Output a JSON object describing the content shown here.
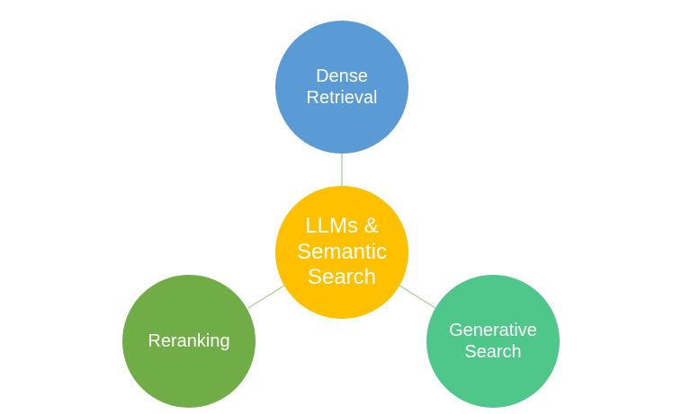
{
  "diagram": {
    "center": {
      "label": "LLMs &\nSemantic\nSearch",
      "color": "#FFC000"
    },
    "nodes": [
      {
        "label": "Dense\nRetrieval",
        "color": "#5B9BD5"
      },
      {
        "label": "Reranking",
        "color": "#70AD47"
      },
      {
        "label": "Generative\nSearch",
        "color": "#4FC68A"
      }
    ],
    "connector_color": "#A9D18E"
  }
}
